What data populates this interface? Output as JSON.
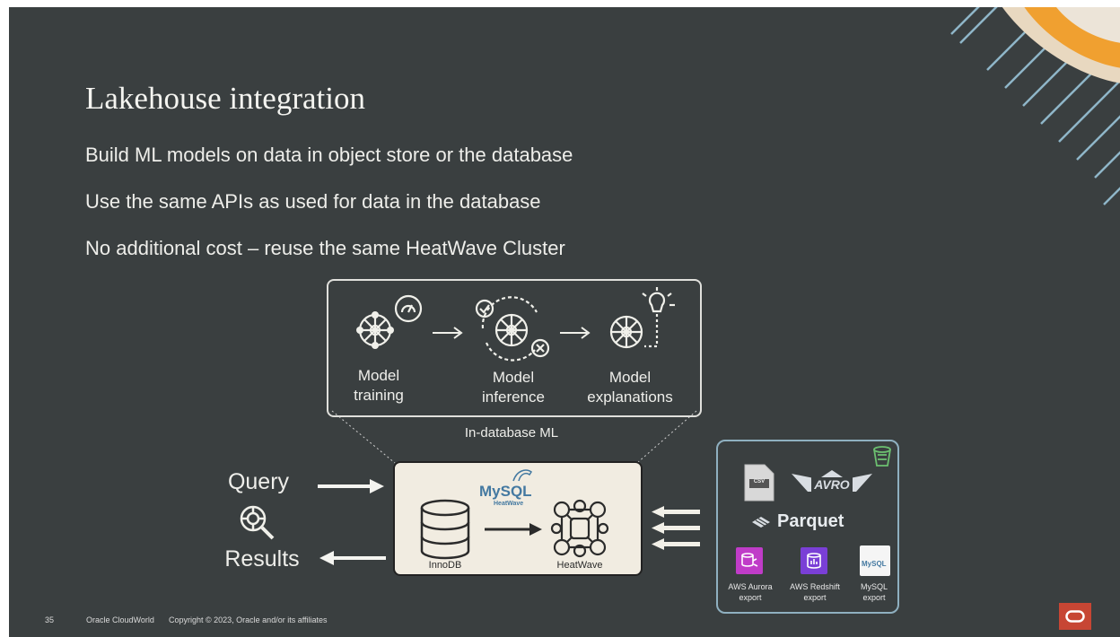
{
  "slide": {
    "title": "Lakehouse integration",
    "bullets": [
      "Build ML models on data in object store or the database",
      "Use the same APIs as used for data in the database",
      "No additional cost – reuse the same HeatWave Cluster"
    ],
    "ml_panel": {
      "steps": [
        {
          "line1": "Model",
          "line2": "training",
          "icon": "neural-network-gauge-icon"
        },
        {
          "line1": "Model",
          "line2": "inference",
          "icon": "neural-network-cycle-icon"
        },
        {
          "line1": "Model",
          "line2": "explanations",
          "icon": "neural-network-lightbulb-icon"
        }
      ],
      "caption": "In-database ML"
    },
    "query_label": "Query",
    "results_label": "Results",
    "heatwave_box": {
      "mysql_logo": "MySQL",
      "heatwave_logo": "HeatWave",
      "innodb_label": "InnoDB",
      "heatwave_label": "HeatWave"
    },
    "object_store": {
      "csv": "CSV",
      "avro": "AVRO",
      "parquet": "Parquet",
      "exports": [
        {
          "line1": "AWS Aurora",
          "line2": "export",
          "color": "#c03cc8"
        },
        {
          "line1": "AWS Redshift",
          "line2": "export",
          "color": "#7a3fd6"
        },
        {
          "line1": "MySQL",
          "line2": "export",
          "color": "#f5f5f5"
        }
      ],
      "mysql_mini": "MySQL"
    },
    "footer": {
      "page": "35",
      "event": "Oracle CloudWorld",
      "copyright": "Copyright © 2023, Oracle and/or its affiliates"
    },
    "colors": {
      "background": "#3a3f40",
      "panel": "#f1ece1",
      "accent": "#f0a030",
      "oracle_red": "#c74634"
    }
  }
}
